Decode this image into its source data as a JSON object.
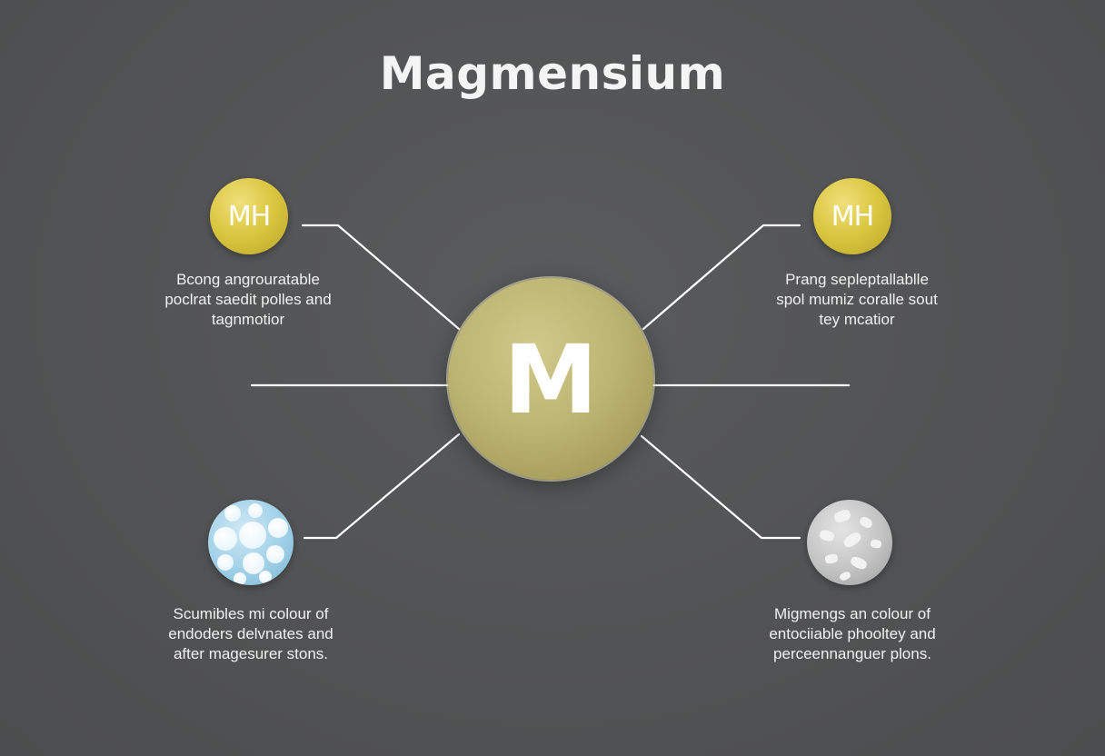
{
  "title": "Magmensium",
  "center_node": {
    "label": "M",
    "color": "#bdb573"
  },
  "nodes": [
    {
      "label": "MH",
      "color": "#d9c53e",
      "description": [
        "Bcong angrouratable",
        "poclrat saedit polles and",
        "tagnmotior"
      ]
    },
    {
      "label": "MH",
      "color": "#d9c53e",
      "description": [
        "Prang sepleptallablle",
        "spol mumiz coralle sout",
        "tey mcatior"
      ]
    },
    {
      "label": "",
      "color": "#9fd0e8",
      "description": [
        "Scumibles mi colour of",
        "endoders delvnates and",
        "after magesurer stons."
      ]
    },
    {
      "label": "",
      "color": "#c2c2c2",
      "description": [
        "Migmengs an colour of",
        "entociiable phooltey and",
        "perceennanguer plons."
      ]
    }
  ],
  "colors": {
    "background": "#525354",
    "lines": "#ffffff"
  }
}
